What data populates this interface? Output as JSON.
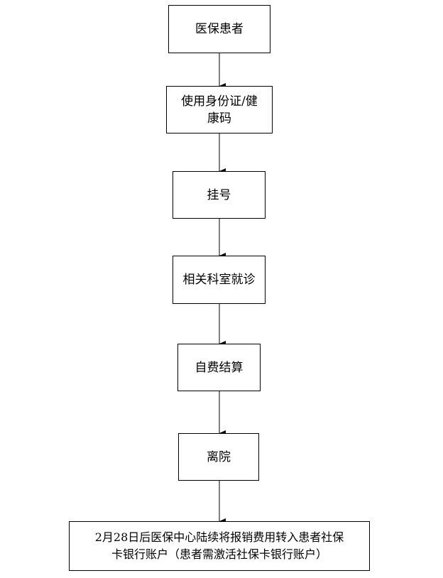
{
  "flowchart": {
    "steps": [
      {
        "lines": [
          "医保患者"
        ]
      },
      {
        "lines": [
          "使用身份证/健",
          "康码"
        ]
      },
      {
        "lines": [
          "挂号"
        ]
      },
      {
        "lines": [
          "相关科室就诊"
        ]
      },
      {
        "lines": [
          "自费结算"
        ]
      },
      {
        "lines": [
          "离院"
        ]
      },
      {
        "lines": [
          "2月28日后医保中心陆续将报销费用转入患者社保",
          "卡银行账户（患者需激活社保卡银行账户）"
        ]
      }
    ]
  }
}
